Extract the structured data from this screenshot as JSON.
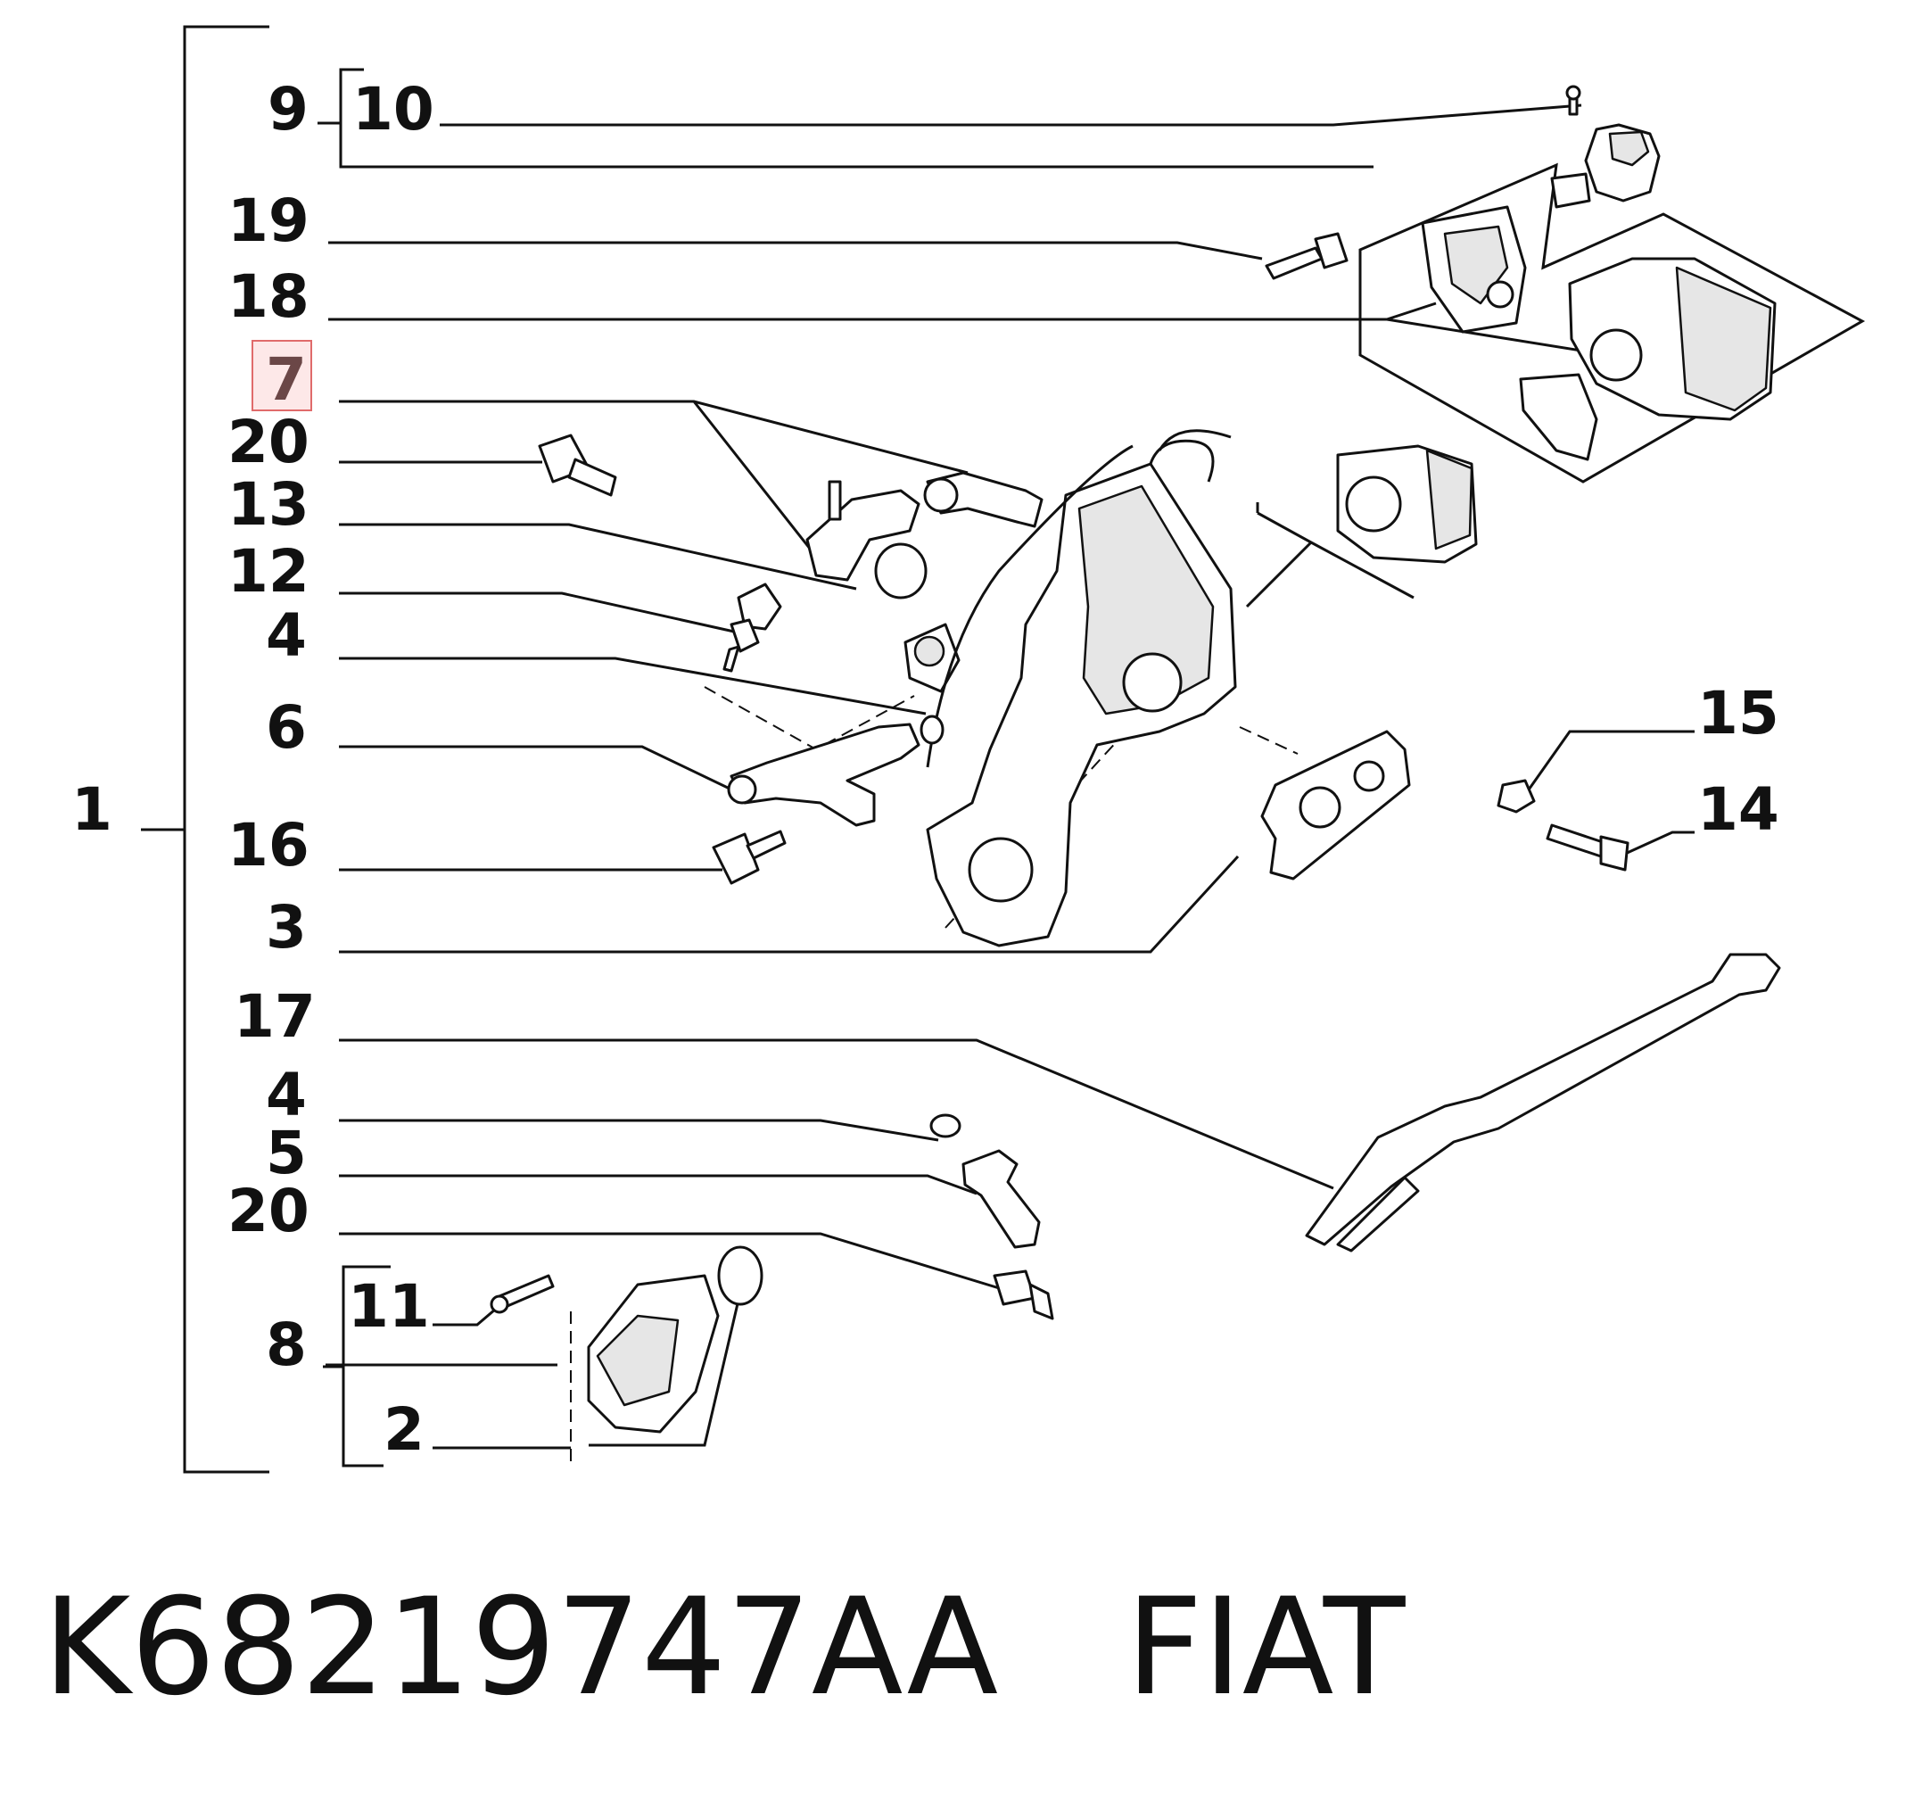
{
  "callouts": {
    "n1": "1",
    "n9": "9",
    "n10": "10",
    "n19": "19",
    "n18": "18",
    "n7": "7",
    "n20a": "20",
    "n13": "13",
    "n12": "12",
    "n4a": "4",
    "n6": "6",
    "n16": "16",
    "n3": "3",
    "n17": "17",
    "n4b": "4",
    "n5": "5",
    "n20b": "20",
    "n11": "11",
    "n8": "8",
    "n2": "2",
    "n15": "15",
    "n14": "14"
  },
  "highlighted_callout": "7",
  "highlight_color": "#e06b6b",
  "footer": {
    "part_number": "K68219747AA",
    "brand": "FIAT"
  }
}
